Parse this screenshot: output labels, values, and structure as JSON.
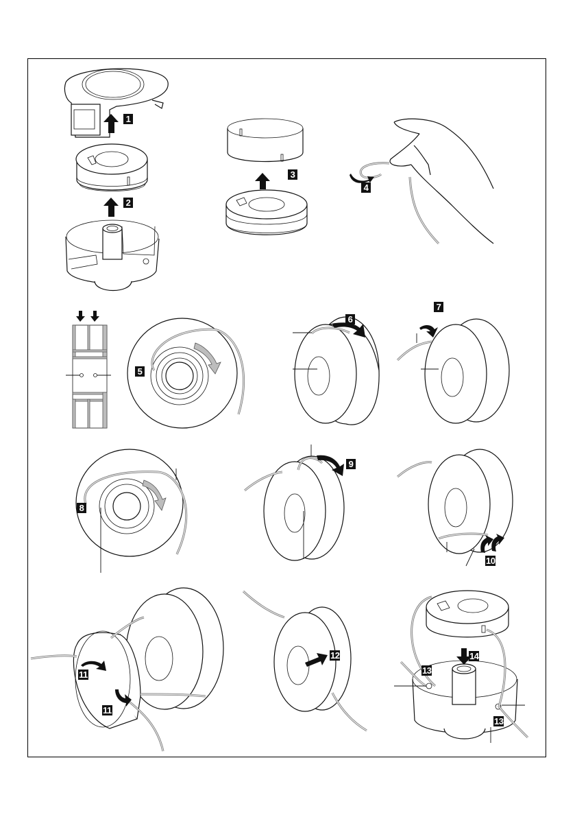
{
  "document": {
    "type": "assembly-instruction-diagram",
    "subject": "trimmer spool line replacement"
  },
  "steps": [
    {
      "id": "1",
      "label": "1",
      "action": "remove spool cover"
    },
    {
      "id": "2",
      "label": "2",
      "action": "lift spool from housing"
    },
    {
      "id": "3",
      "label": "3",
      "action": "remove outer ring from spool"
    },
    {
      "id": "4",
      "label": "4",
      "action": "bend line end into hook"
    },
    {
      "id": "5",
      "label": "5",
      "action": "hook line into spool and wind"
    },
    {
      "id": "6",
      "label": "6",
      "action": "wind line onto spool"
    },
    {
      "id": "7",
      "label": "7",
      "action": "clip line end into notch"
    },
    {
      "id": "8",
      "label": "8",
      "action": "hook second line and wind"
    },
    {
      "id": "9",
      "label": "9",
      "action": "wind second line"
    },
    {
      "id": "10",
      "label": "10",
      "action": "clip second line ends"
    },
    {
      "id": "11a",
      "label": "11",
      "action": "feed line through ring slot"
    },
    {
      "id": "11b",
      "label": "11",
      "action": "feed line through ring slot"
    },
    {
      "id": "12",
      "label": "12",
      "action": "push ring onto spool"
    },
    {
      "id": "13a",
      "label": "13",
      "action": "thread line through housing eyelet"
    },
    {
      "id": "13b",
      "label": "13",
      "action": "thread line through housing eyelet"
    },
    {
      "id": "14",
      "label": "14",
      "action": "insert spool into housing"
    }
  ]
}
